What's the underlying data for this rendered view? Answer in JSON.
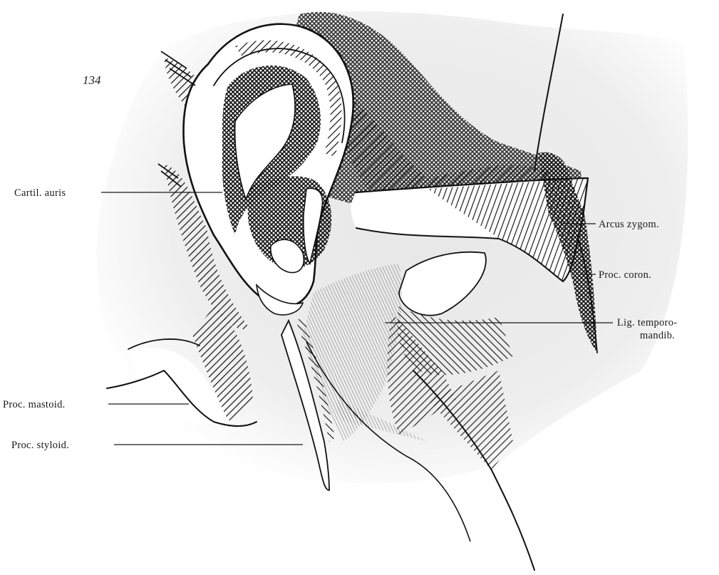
{
  "figure": {
    "number": "134",
    "labels": {
      "cartil_auris": "Cartil. auris",
      "arcus_zygom": "Arcus zygom.",
      "proc_coron": "Proc. coron.",
      "lig_temporo_line1": "Lig. temporo-",
      "lig_temporo_line2": "mandib.",
      "proc_mastoid": "Proc. mastoid.",
      "proc_styloid": "Proc. styloid."
    }
  }
}
